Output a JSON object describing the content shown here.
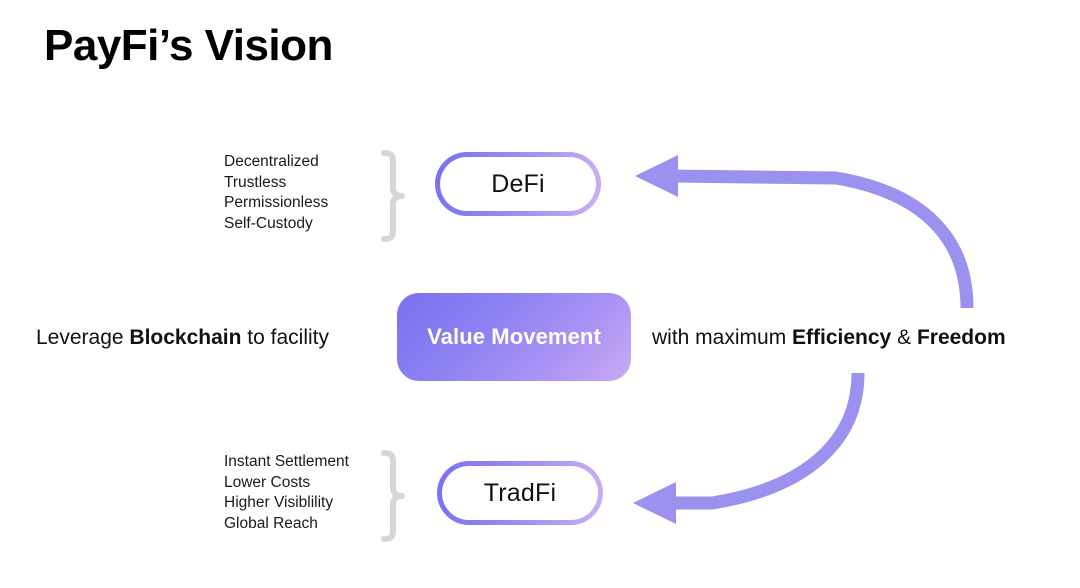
{
  "slide": {
    "title": "PayFi’s Vision",
    "background_color": "#ffffff"
  },
  "palette": {
    "accent_purple_dark": "#7a70f0",
    "accent_purple_light": "#cbb0f4",
    "arrow_purple": "#9b92f0",
    "brace_gray": "#d6d6d6",
    "text_black": "#111111"
  },
  "defi_group": {
    "features": [
      "Decentralized",
      "Trustless",
      "Permissionless",
      "Self-Custody"
    ],
    "brace_icon": "curly-brace-icon",
    "node_label": "DeFi"
  },
  "tradfi_group": {
    "features": [
      "Instant Settlement",
      "Lower Costs",
      "Higher Visiblility",
      "Global Reach"
    ],
    "brace_icon": "curly-brace-icon",
    "node_label": "TradFi"
  },
  "center": {
    "label": "Value Movement"
  },
  "left_phrase": {
    "before": "Leverage ",
    "emphasis": "Blockchain",
    "after": " to facility"
  },
  "right_phrase": {
    "before": "with maximum ",
    "emphasis_1": "Efficiency",
    "middle": " & ",
    "emphasis_2": "Freedom"
  },
  "arrows": [
    {
      "name": "arrow-to-defi",
      "direction": "left",
      "description": "curved arrow from right side sweeping up and left into the DeFi node"
    },
    {
      "name": "arrow-to-tradfi",
      "direction": "left",
      "description": "curved arrow from upper right sweeping down and left into the TradFi node"
    }
  ]
}
